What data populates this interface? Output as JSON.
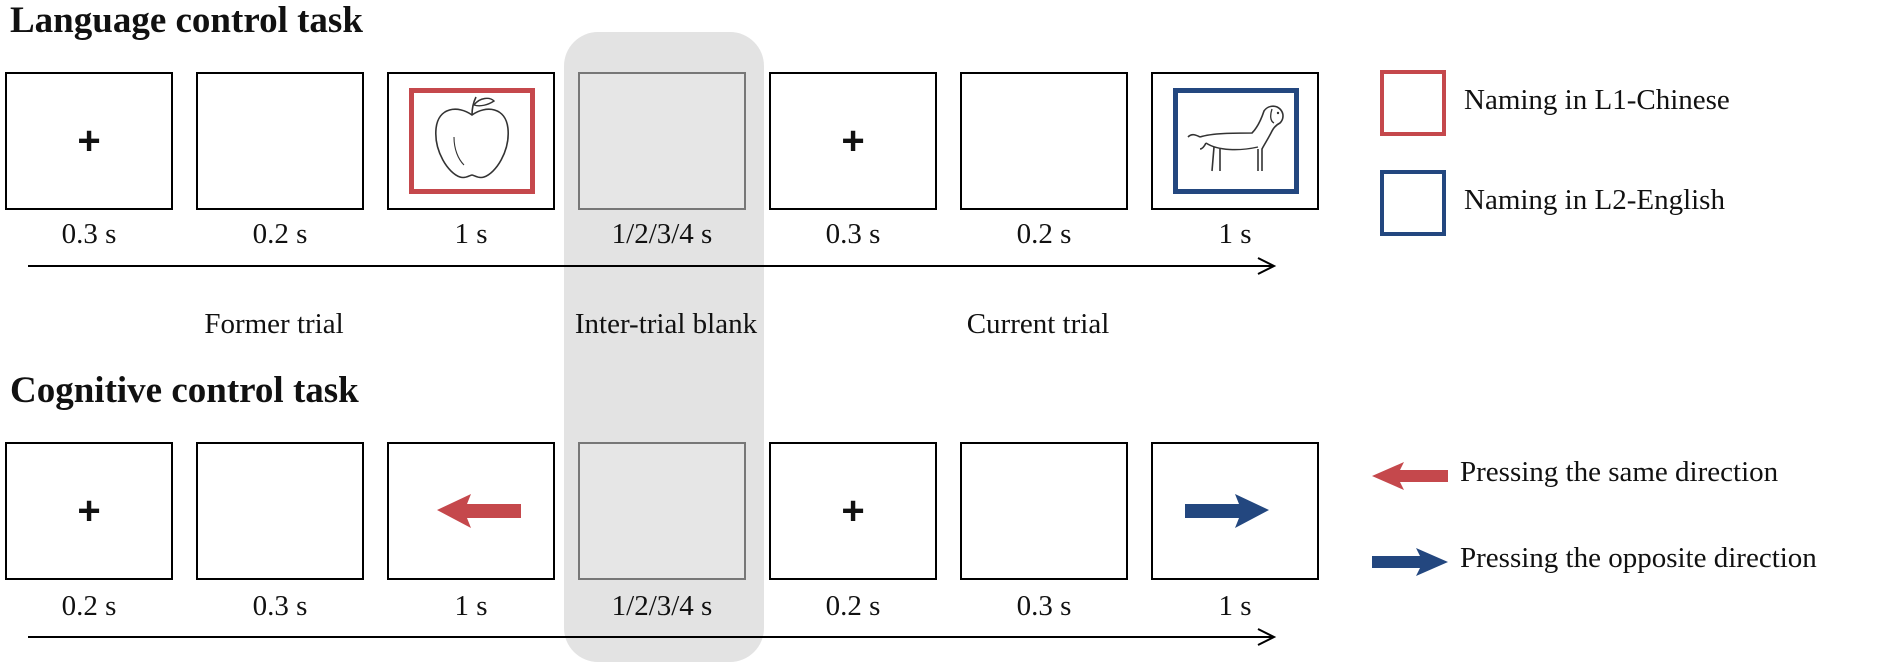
{
  "colors": {
    "red": "#c5484c",
    "blue": "#23477f",
    "band": "#e3e3e3"
  },
  "blank_label": "Inter-trial blank",
  "phases": {
    "former": "Former trial",
    "current": "Current trial"
  },
  "language_task": {
    "title": "Language control task",
    "durations": [
      "0.3 s",
      "0.2 s",
      "1 s",
      "1/2/3/4 s",
      "0.3 s",
      "0.2 s",
      "1 s"
    ],
    "fixation": "+",
    "legend": [
      {
        "label": "Naming in L1-Chinese",
        "color": "#c5484c"
      },
      {
        "label": "Naming in L2-English",
        "color": "#23477f"
      }
    ]
  },
  "cognitive_task": {
    "title": "Cognitive control task",
    "durations": [
      "0.2 s",
      "0.3 s",
      "1 s",
      "1/2/3/4 s",
      "0.2 s",
      "0.3 s",
      "1 s"
    ],
    "fixation": "+",
    "legend": [
      {
        "label": "Pressing the same direction",
        "color": "#c5484c"
      },
      {
        "label": "Pressing the opposite direction",
        "color": "#23477f"
      }
    ]
  }
}
